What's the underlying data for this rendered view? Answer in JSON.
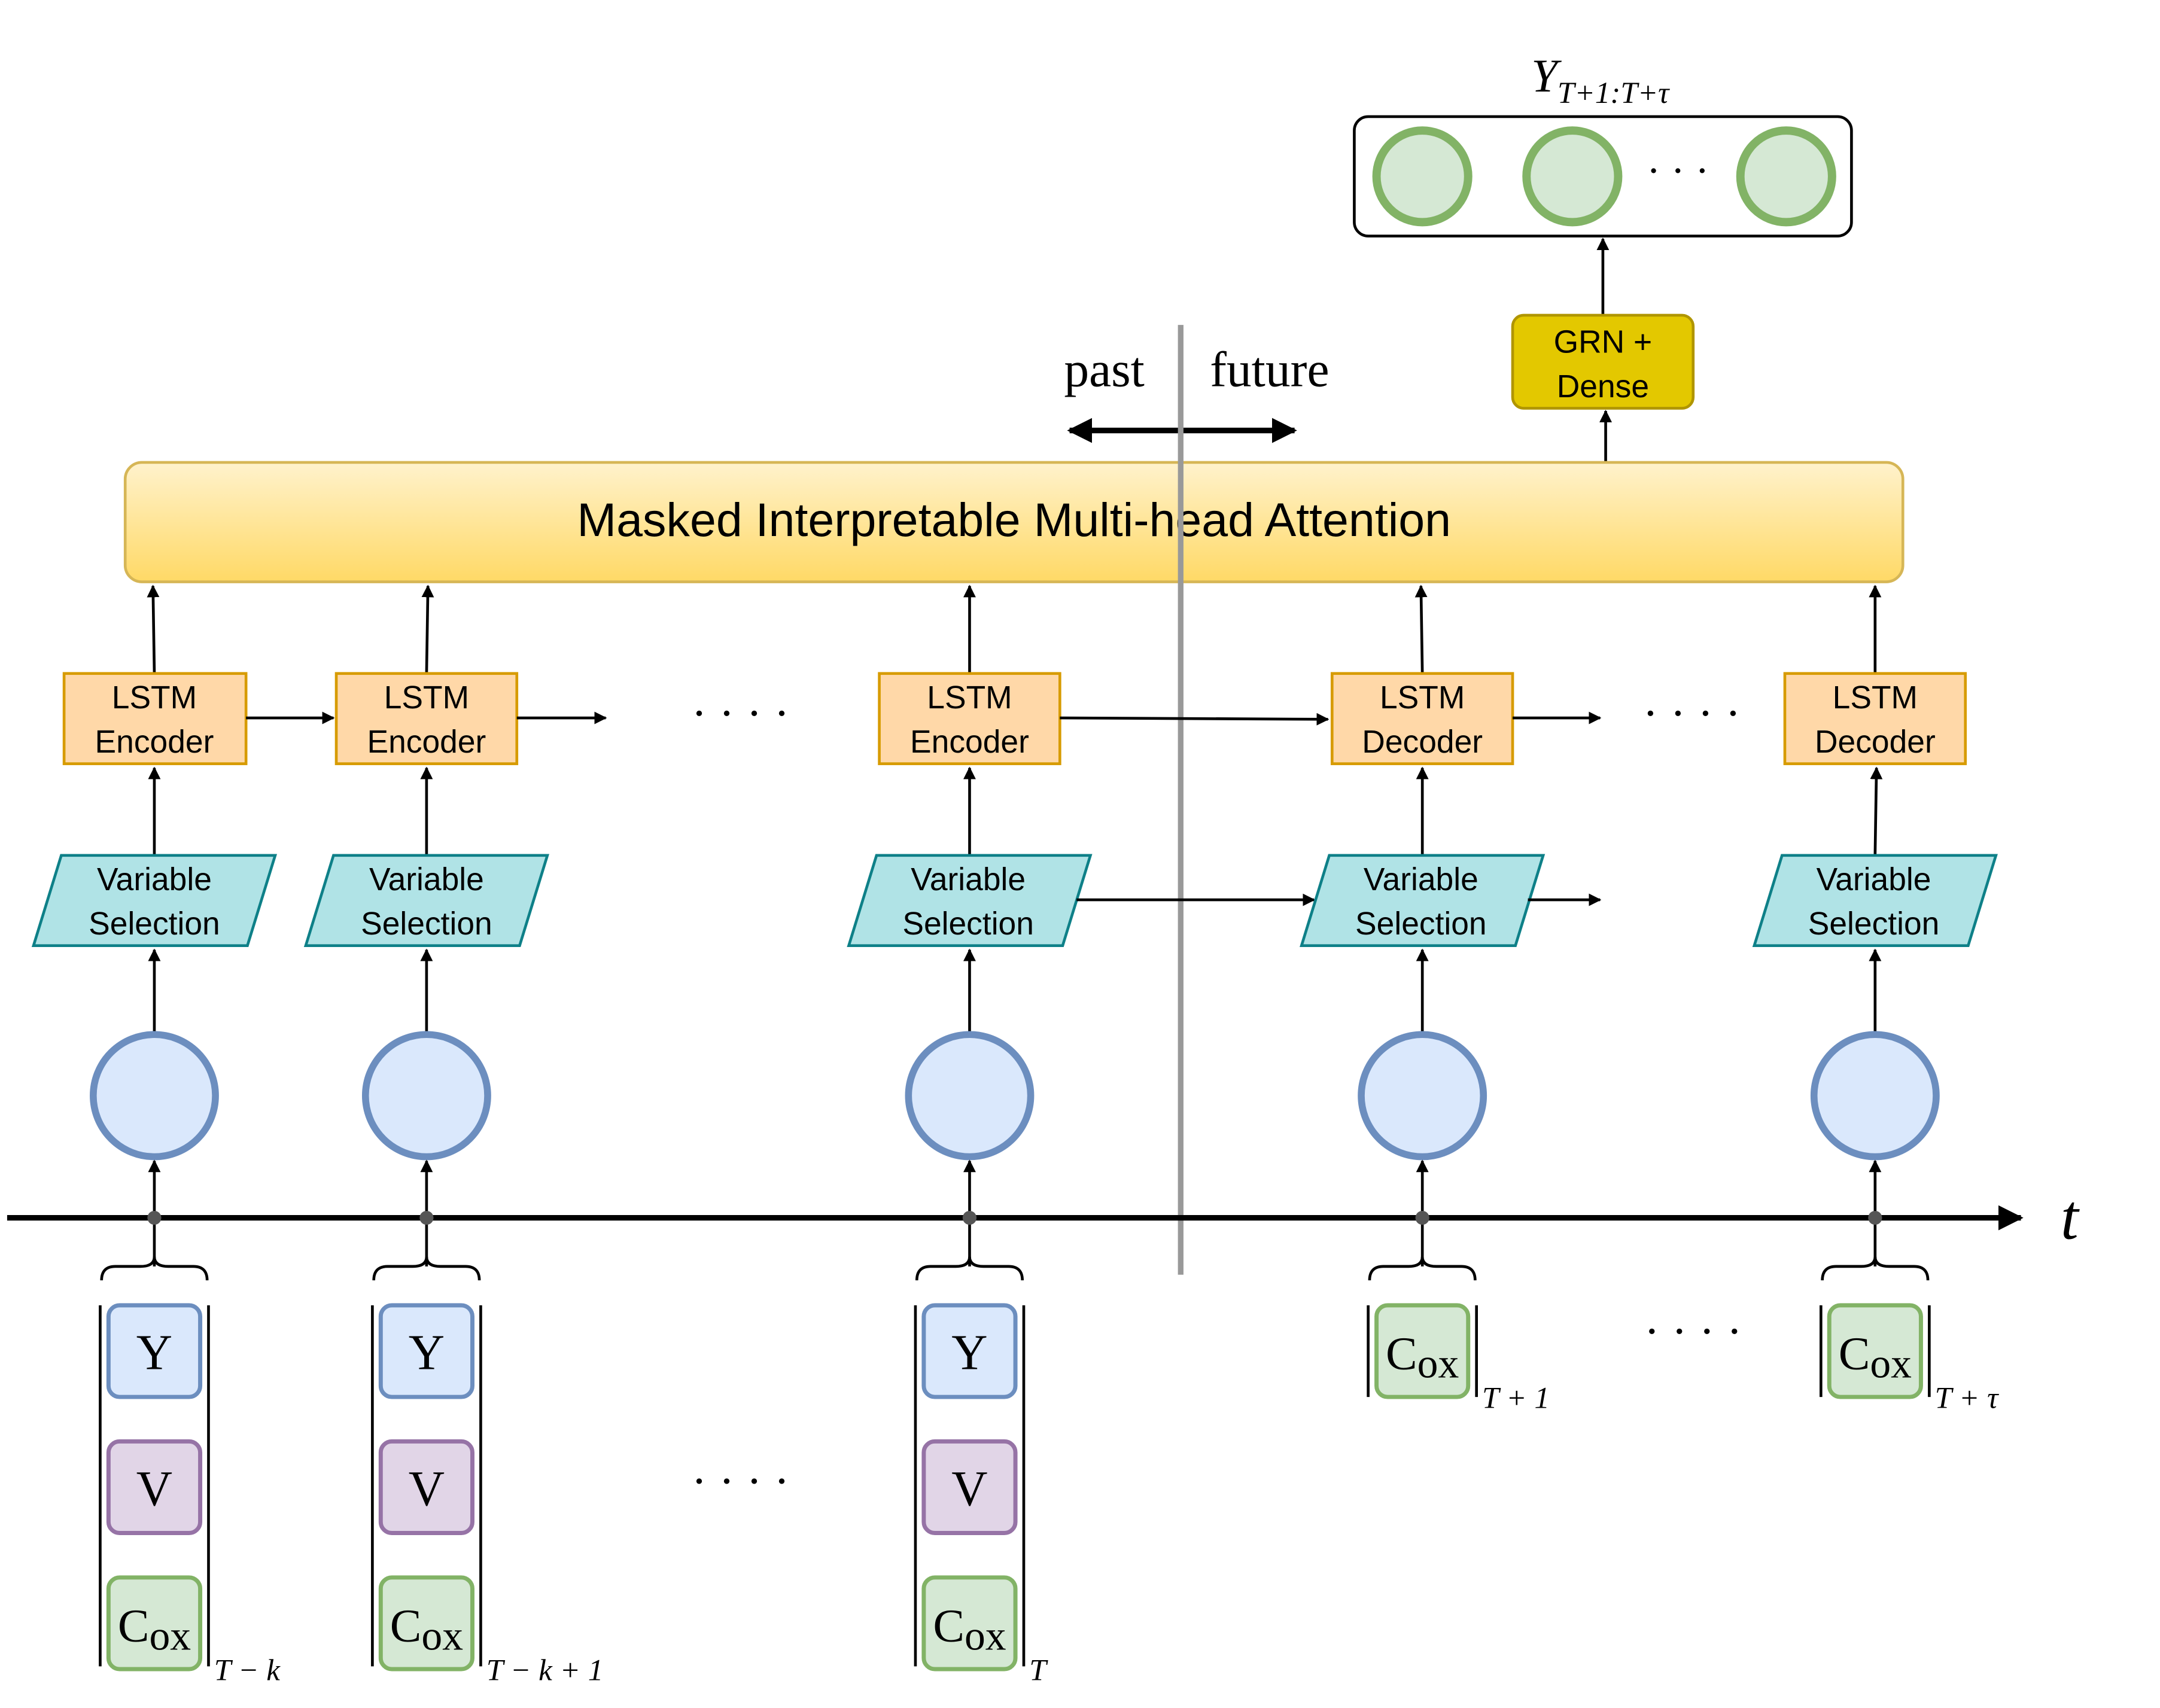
{
  "output": {
    "label_main": "Y",
    "label_sub": "T+1:T+τ",
    "ellipsis": "· · ·"
  },
  "grn": {
    "line1": "GRN +",
    "line2": "Dense"
  },
  "time_split": {
    "past": "past",
    "future": "future"
  },
  "attention": {
    "label": "Masked Interpretable Multi-head Attention"
  },
  "lstm_encoder": {
    "line1": "LSTM",
    "line2": "Encoder"
  },
  "lstm_decoder": {
    "line1": "LSTM",
    "line2": "Decoder"
  },
  "variable_selection": {
    "line1": "Variable",
    "line2": "Selection"
  },
  "axis": {
    "label": "t"
  },
  "ellipsis": "· · · ·",
  "inputs": {
    "y": "Y",
    "v": "V",
    "cox_c": "C",
    "cox_sub": "ox"
  },
  "subscripts": [
    "T − k",
    "T − k + 1",
    "T",
    "T + 1",
    "T + τ"
  ],
  "colors": {
    "output_fill": "#d5e8d4",
    "output_stroke": "#82b366",
    "grn_fill": "#e3c800",
    "grn_stroke": "#b09500",
    "attention_top": "#fff2cc",
    "attention_bottom": "#ffd966",
    "attention_stroke": "#d6b656",
    "lstm_fill": "#ffd8a8",
    "lstm_stroke": "#d79b00",
    "vs_fill": "#b0e3e6",
    "vs_stroke": "#0e8088",
    "node_fill": "#dae8fc",
    "node_stroke": "#6c8ebf",
    "v_fill": "#e1d5e7",
    "v_stroke": "#9673a6",
    "divider": "#999999"
  }
}
